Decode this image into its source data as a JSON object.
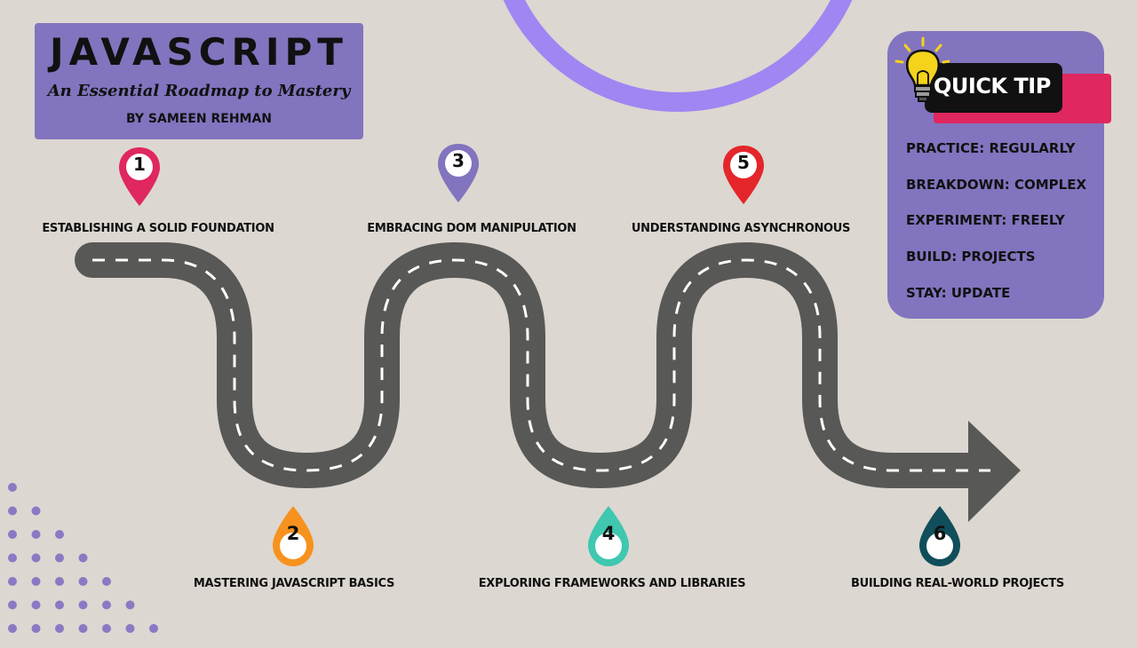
{
  "title": {
    "main": "JAVASCRIPT",
    "subtitle": "An Essential Roadmap to Mastery",
    "author": "BY SAMEEN REHMAN"
  },
  "quick_tip": {
    "badge": "QUICK TIP",
    "items": [
      "PRACTICE: REGULARLY",
      "BREAKDOWN: COMPLEX",
      "EXPERIMENT: FREELY",
      "BUILD: PROJECTS",
      "STAY: UPDATE"
    ]
  },
  "steps": [
    {
      "number": "1",
      "label": "ESTABLISHING A SOLID FOUNDATION",
      "color": "#e0275f"
    },
    {
      "number": "2",
      "label": "MASTERING JAVASCRIPT BASICS",
      "color": "#f7921e"
    },
    {
      "number": "3",
      "label": "EMBRACING DOM MANIPULATION",
      "color": "#8274be"
    },
    {
      "number": "4",
      "label": "EXPLORING FRAMEWORKS AND LIBRARIES",
      "color": "#3fc7b0"
    },
    {
      "number": "5",
      "label": "UNDERSTANDING ASYNCHRONOUS",
      "color": "#e4262b"
    },
    {
      "number": "6",
      "label": "BUILDING REAL-WORLD PROJECTS",
      "color": "#0f4e5a"
    }
  ],
  "colors": {
    "background": "#dcd7d1",
    "card": "#8274be",
    "road": "#585857",
    "ring": "#9f86f2",
    "dots": "#8b79c4"
  },
  "icons": [
    "light-bulb-icon",
    "map-pin-icon",
    "drop-pin-icon",
    "arrow-icon"
  ]
}
